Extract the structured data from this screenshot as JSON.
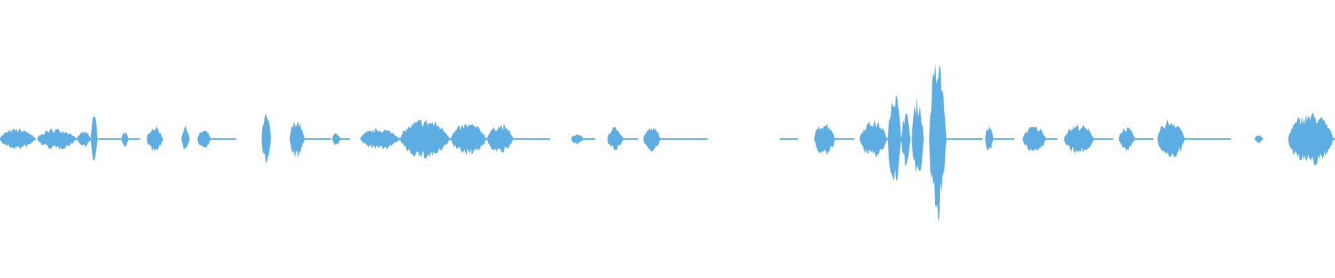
{
  "waveform": {
    "color": "#5dade2",
    "background": "#ffffff",
    "segments": [
      {
        "start": 0.0,
        "end": 0.027,
        "amp": 0.08
      },
      {
        "start": 0.028,
        "end": 0.058,
        "amp": 0.08
      },
      {
        "start": 0.058,
        "end": 0.068,
        "amp": 0.06
      },
      {
        "start": 0.068,
        "end": 0.073,
        "amp": 0.2
      },
      {
        "start": 0.091,
        "end": 0.096,
        "amp": 0.06
      },
      {
        "start": 0.11,
        "end": 0.122,
        "amp": 0.1
      },
      {
        "start": 0.136,
        "end": 0.142,
        "amp": 0.1
      },
      {
        "start": 0.148,
        "end": 0.158,
        "amp": 0.07
      },
      {
        "start": 0.196,
        "end": 0.203,
        "amp": 0.19
      },
      {
        "start": 0.217,
        "end": 0.228,
        "amp": 0.15
      },
      {
        "start": 0.249,
        "end": 0.255,
        "amp": 0.05
      },
      {
        "start": 0.27,
        "end": 0.3,
        "amp": 0.08
      },
      {
        "start": 0.3,
        "end": 0.338,
        "amp": 0.15
      },
      {
        "start": 0.338,
        "end": 0.365,
        "amp": 0.12
      },
      {
        "start": 0.365,
        "end": 0.385,
        "amp": 0.11
      },
      {
        "start": 0.428,
        "end": 0.437,
        "amp": 0.04
      },
      {
        "start": 0.455,
        "end": 0.467,
        "amp": 0.09
      },
      {
        "start": 0.482,
        "end": 0.495,
        "amp": 0.09
      },
      {
        "start": 0.61,
        "end": 0.626,
        "amp": 0.13
      },
      {
        "start": 0.644,
        "end": 0.665,
        "amp": 0.14
      },
      {
        "start": 0.665,
        "end": 0.675,
        "amp": 0.38
      },
      {
        "start": 0.675,
        "end": 0.682,
        "amp": 0.2
      },
      {
        "start": 0.683,
        "end": 0.692,
        "amp": 0.31
      },
      {
        "start": 0.696,
        "end": 0.709,
        "amp": 0.6
      },
      {
        "start": 0.738,
        "end": 0.744,
        "amp": 0.1
      },
      {
        "start": 0.766,
        "end": 0.784,
        "amp": 0.1
      },
      {
        "start": 0.797,
        "end": 0.82,
        "amp": 0.11
      },
      {
        "start": 0.838,
        "end": 0.85,
        "amp": 0.09
      },
      {
        "start": 0.867,
        "end": 0.888,
        "amp": 0.15
      },
      {
        "start": 0.94,
        "end": 0.946,
        "amp": 0.03
      },
      {
        "start": 0.965,
        "end": 1.0,
        "amp": 0.2
      }
    ],
    "quiet_lines": [
      {
        "start": 0.073,
        "end": 0.105
      },
      {
        "start": 0.158,
        "end": 0.177
      },
      {
        "start": 0.228,
        "end": 0.248
      },
      {
        "start": 0.255,
        "end": 0.262
      },
      {
        "start": 0.385,
        "end": 0.412
      },
      {
        "start": 0.437,
        "end": 0.446
      },
      {
        "start": 0.467,
        "end": 0.478
      },
      {
        "start": 0.495,
        "end": 0.53
      },
      {
        "start": 0.584,
        "end": 0.598
      },
      {
        "start": 0.626,
        "end": 0.64
      },
      {
        "start": 0.709,
        "end": 0.736
      },
      {
        "start": 0.744,
        "end": 0.76
      },
      {
        "start": 0.784,
        "end": 0.792
      },
      {
        "start": 0.82,
        "end": 0.834
      },
      {
        "start": 0.85,
        "end": 0.864
      },
      {
        "start": 0.888,
        "end": 0.922
      }
    ]
  }
}
